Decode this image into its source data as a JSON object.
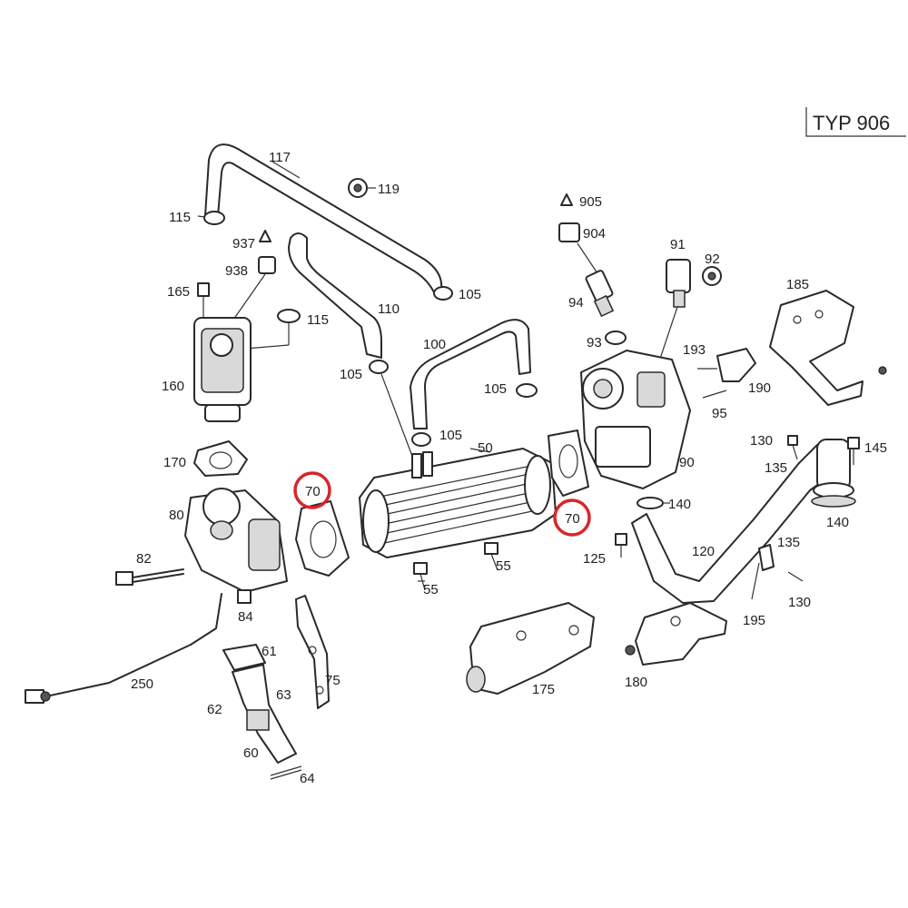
{
  "header": {
    "type_label": "TYP 906"
  },
  "highlight": {
    "color": "#d9252a",
    "callouts": [
      "70",
      "70"
    ]
  },
  "labels": [
    "117",
    "119",
    "115",
    "937",
    "938",
    "165",
    "115",
    "110",
    "105",
    "160",
    "105",
    "100",
    "105",
    "105",
    "170",
    "80",
    "82",
    "84",
    "61",
    "62",
    "63",
    "250",
    "60",
    "64",
    "75",
    "70",
    "55",
    "55",
    "50",
    "70",
    "125",
    "905",
    "904",
    "94",
    "91",
    "92",
    "93",
    "185",
    "193",
    "190",
    "95",
    "90",
    "130",
    "145",
    "135",
    "140",
    "140",
    "120",
    "135",
    "130",
    "195",
    "175",
    "180"
  ]
}
